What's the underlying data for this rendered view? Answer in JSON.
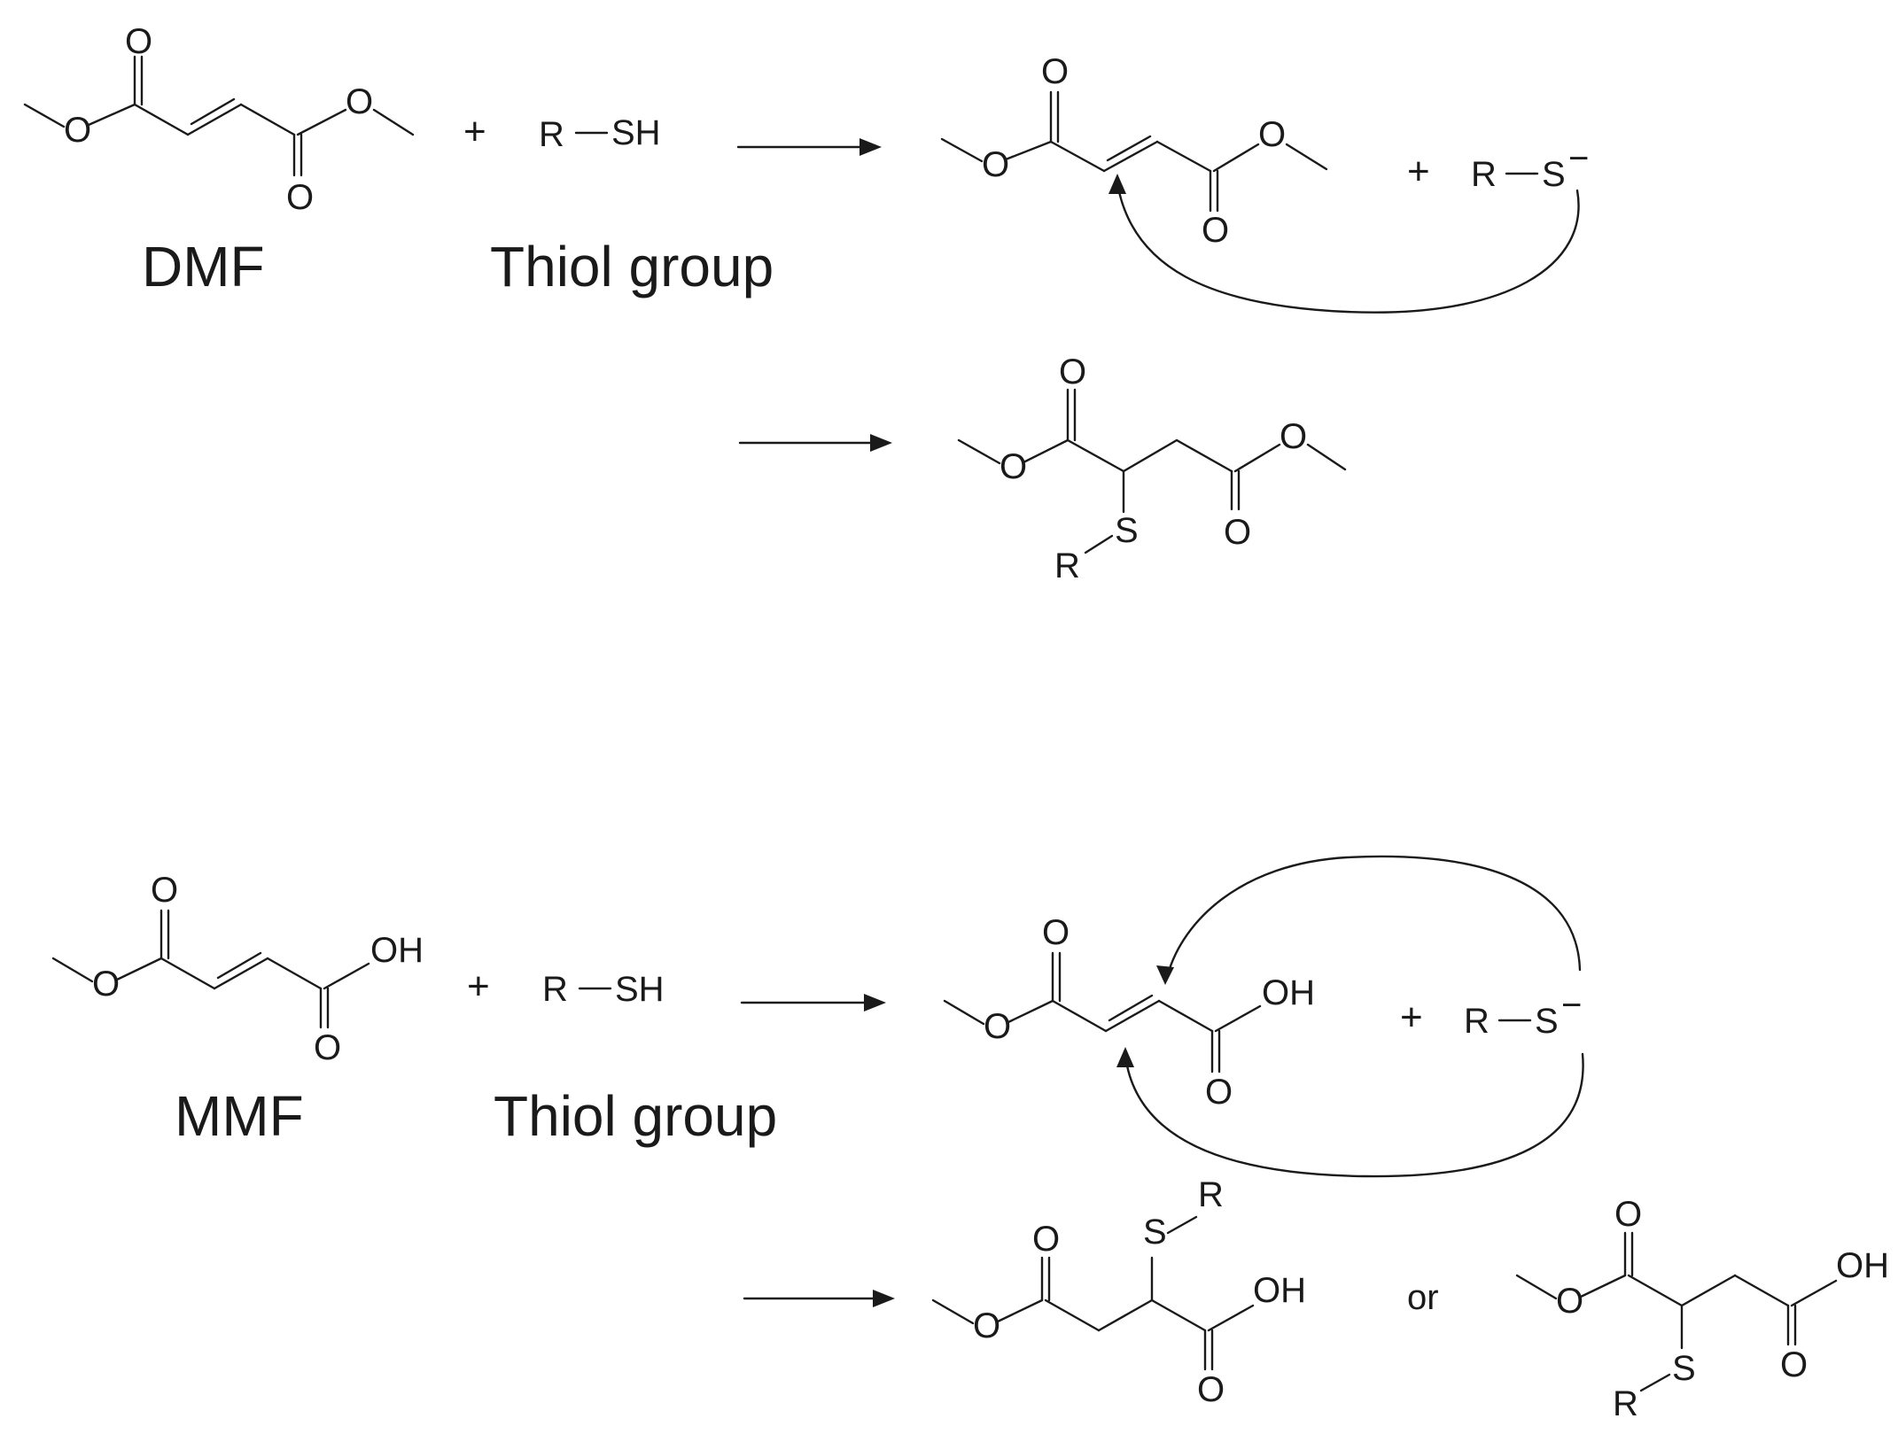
{
  "atoms": {
    "oxygen": "O",
    "hydroxyl": "OH",
    "sulfur": "S",
    "substituent": "R",
    "thiol_r": "R",
    "thiol_sh": "SH",
    "thiolate_r": "R",
    "thiolate_s": "S",
    "charge": "−"
  },
  "operators": {
    "plus": "+",
    "or": "or"
  },
  "captions": {
    "dmf": "DMF",
    "mmf": "MMF",
    "thiol_group": "Thiol group"
  }
}
